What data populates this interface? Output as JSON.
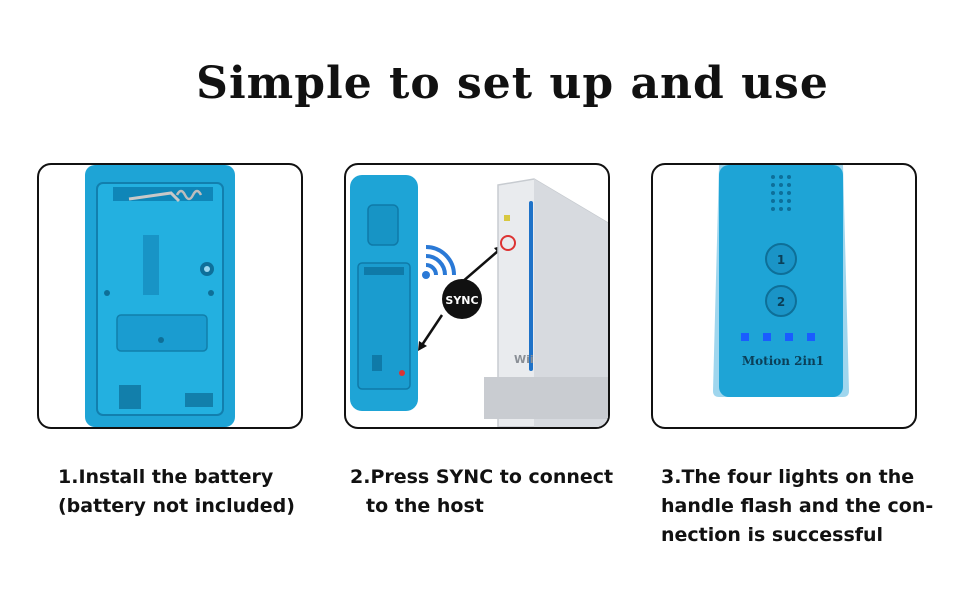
{
  "headline": "Simple to set up and use",
  "steps": [
    {
      "lines": [
        "1.Install the battery",
        "(battery not included)"
      ]
    },
    {
      "lines": [
        "2.Press SYNC to connect",
        "to the host"
      ]
    },
    {
      "lines": [
        "3.The four lights on the",
        "handle flash and the con-",
        "nection is successful"
      ]
    }
  ],
  "sync_badge": "SYNC",
  "console_brand": "Wii",
  "remote_buttons": [
    "1",
    "2"
  ],
  "remote_brand": "Motion 2in1",
  "icons": [
    "battery-compartment-icon",
    "wireless-signal-icon",
    "sync-arrow-icon",
    "wii-console-icon",
    "status-light-icon"
  ],
  "colors": {
    "remote_blue": "#1ea4d6",
    "remote_dark": "#0e7fb0",
    "light_blue": "#1a5cff",
    "console_white": "#e9ebee"
  }
}
